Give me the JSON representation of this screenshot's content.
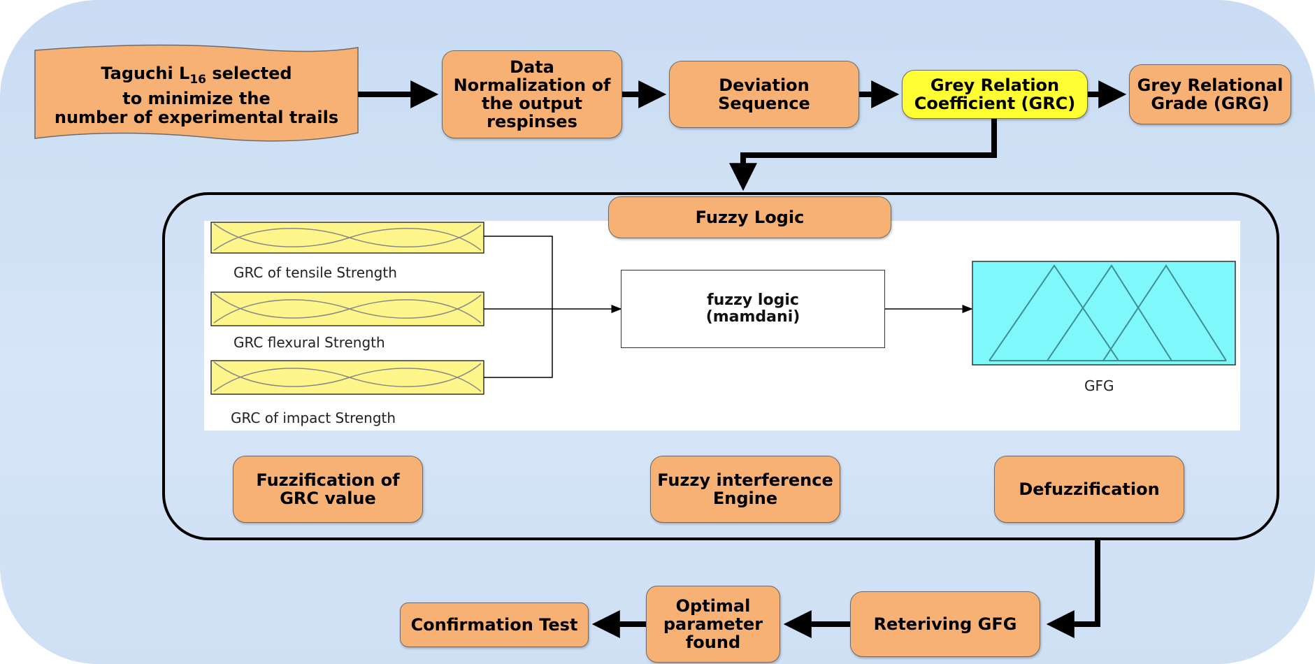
{
  "start": {
    "line1": "Taguchi L",
    "subscript": "16",
    "line1_rest": " selected",
    "line2": "to minimize the",
    "line3": "number of experimental trails"
  },
  "steps": {
    "normalization": "Data\nNormalization of\nthe output\nrespinses",
    "deviation": "Deviation\nSequence",
    "grc": "Grey Relation\nCoefficient (GRC)",
    "grg": "Grey Relational\nGrade (GRG)"
  },
  "fuzzy": {
    "title": "Fuzzy Logic",
    "inputs": [
      "GRC of tensile Strength",
      "GRC flexural Strength",
      "GRC of impact Strength"
    ],
    "engine": "fuzzy logic\n(mamdani)",
    "output": "GFG",
    "fuzzification": "Fuzzification of\nGRC value",
    "inference": "Fuzzy interference\nEngine",
    "defuzzification": "Defuzzification"
  },
  "bottom": {
    "retrieving": "Reteriving GFG",
    "optimal": "Optimal\nparameter\nfound",
    "confirmation": "Confirmation Test"
  },
  "colors": {
    "node": "#f7b174",
    "highlight": "#ffff33",
    "input_mf": "#fef68a",
    "output_mf": "#7ef8fa",
    "background": "#c9dcf3"
  }
}
